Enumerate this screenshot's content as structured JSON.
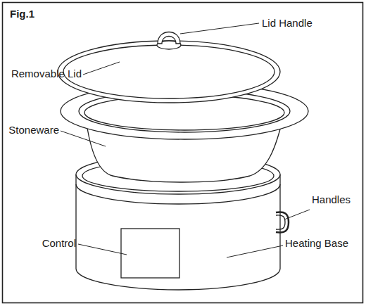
{
  "diagram": {
    "title": "Fig.1",
    "labels": [
      "Lid Handle",
      "Removable Lid",
      "Stoneware",
      "Handles",
      "Control",
      "Heating Base"
    ]
  }
}
